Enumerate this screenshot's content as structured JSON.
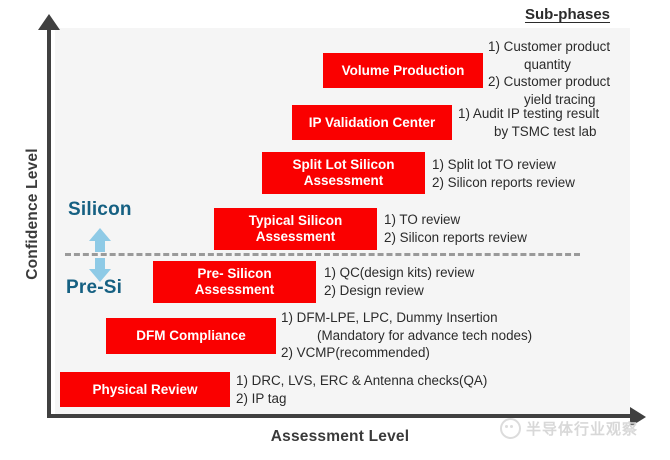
{
  "chart_data": {
    "type": "bar",
    "title": "",
    "xlabel": "Assessment Level",
    "ylabel": "Confidence Level",
    "grid": false,
    "legend": "none",
    "column_header": "Sub-phases",
    "phase_groups": [
      {
        "label": "Silicon",
        "arrow": "up-arrow-icon"
      },
      {
        "label": "Pre-Si",
        "arrow": "down-arrow-icon"
      }
    ],
    "divider": "dashed-phase-divider",
    "accent_color": "#fa0000",
    "phase_label_color": "#156082",
    "arrow_color": "#8ecae6",
    "plot_background": "#f5f5f5",
    "axis_color": "#404040",
    "categories": [
      "Physical Review",
      "DFM Compliance",
      "Pre- Silicon Assessment",
      "Typical Silicon Assessment",
      "Split Lot Silicon Assessment",
      "IP Validation Center",
      "Volume Production"
    ],
    "values": [
      1,
      2,
      3,
      4,
      5,
      6,
      7
    ],
    "rows": [
      {
        "box": "Volume Production",
        "box_lines": [
          "Volume Production"
        ],
        "group": "Silicon",
        "sub_phases": [
          {
            "num": "1)",
            "text": "Customer product",
            "cont": "quantity"
          },
          {
            "num": "2)",
            "text": "Customer product",
            "cont": "yield tracing"
          }
        ]
      },
      {
        "box": "IP Validation Center",
        "box_lines": [
          "IP Validation Center"
        ],
        "group": "Silicon",
        "sub_phases": [
          {
            "num": "1)",
            "text": "Audit IP testing result",
            "cont": "by TSMC test lab"
          }
        ]
      },
      {
        "box": "Split Lot Silicon Assessment",
        "box_lines": [
          "Split Lot Silicon",
          "Assessment"
        ],
        "group": "Silicon",
        "sub_phases": [
          {
            "num": "1)",
            "text": "Split lot TO review",
            "cont": ""
          },
          {
            "num": "2)",
            "text": "Silicon reports review",
            "cont": ""
          }
        ]
      },
      {
        "box": "Typical Silicon Assessment",
        "box_lines": [
          "Typical Silicon",
          "Assessment"
        ],
        "group": "Silicon",
        "sub_phases": [
          {
            "num": "1)",
            "text": "TO review",
            "cont": ""
          },
          {
            "num": "2)",
            "text": "Silicon reports review",
            "cont": ""
          }
        ]
      },
      {
        "box": "Pre- Silicon Assessment",
        "box_lines": [
          "Pre- Silicon",
          "Assessment"
        ],
        "group": "Pre-Si",
        "sub_phases": [
          {
            "num": "1)",
            "text": "QC(design kits) review",
            "cont": ""
          },
          {
            "num": "2)",
            "text": "Design review",
            "cont": ""
          }
        ]
      },
      {
        "box": "DFM Compliance",
        "box_lines": [
          "DFM Compliance"
        ],
        "group": "Pre-Si",
        "sub_phases": [
          {
            "num": "1)",
            "text": "DFM-LPE, LPC, Dummy Insertion",
            "cont": "(Mandatory for advance tech nodes)"
          },
          {
            "num": "2)",
            "text": "VCMP(recommended)",
            "cont": ""
          }
        ]
      },
      {
        "box": "Physical Review",
        "box_lines": [
          "Physical Review"
        ],
        "group": "Pre-Si",
        "sub_phases": [
          {
            "num": "1)",
            "text": "DRC, LVS, ERC & Antenna checks(QA)",
            "cont": ""
          },
          {
            "num": "2)",
            "text": "IP tag",
            "cont": ""
          }
        ]
      }
    ]
  },
  "watermark": {
    "text": "半导体行业观察",
    "logo": "panda-logo-icon"
  }
}
